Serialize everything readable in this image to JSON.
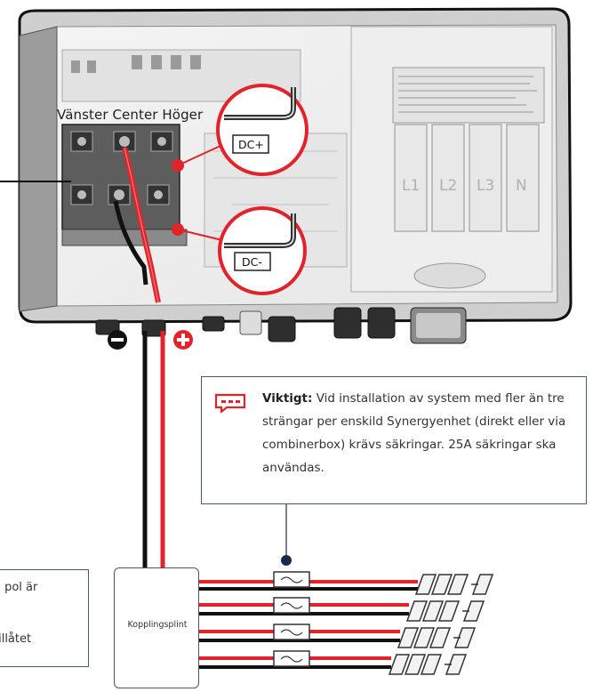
{
  "labels": {
    "positions": "Vänster Center Höger",
    "dc_plus": "DC+",
    "dc_minus": "DC-",
    "fuse_slots": [
      "L1",
      "L2",
      "L3",
      "N"
    ]
  },
  "notice": {
    "heading": "Viktigt:",
    "body": "Vid installation av system med fler än tre strängar per enskild Synergyenhet (direkt eller via combinerbox) krävs säkringar. 25A säkringar ska användas."
  },
  "side_note": {
    "line1": "a pol är",
    "line2": "tillåtet"
  },
  "terminal_block": {
    "label": "Kopplingsplint"
  },
  "colors": {
    "positive_wire": "#e2232b",
    "negative_wire": "#111111",
    "callout_ring": "#e2232b",
    "info_icon": "#e2232b",
    "box_border": "#4a5a6a"
  },
  "icons": {
    "minus_terminal": "minus-circle-icon",
    "plus_terminal": "plus-circle-icon",
    "notice": "message-dots-icon"
  }
}
